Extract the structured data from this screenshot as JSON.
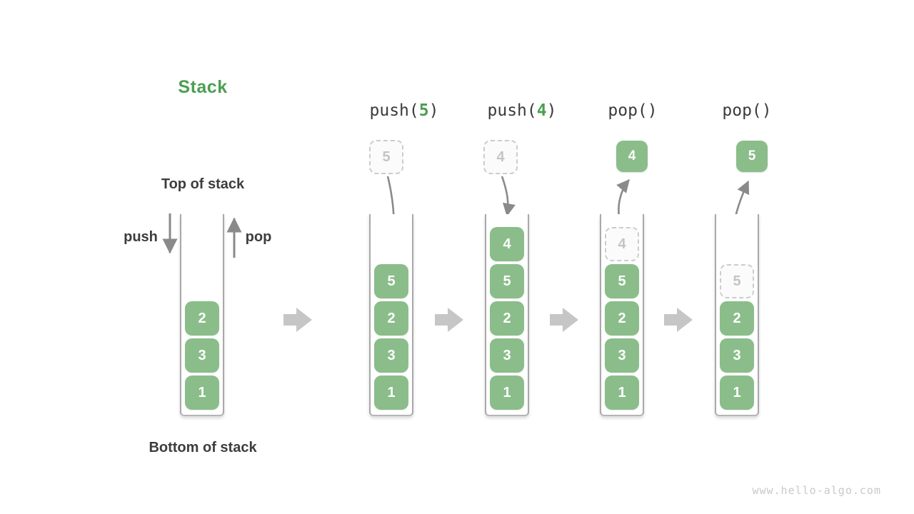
{
  "page": {
    "background": "#ffffff",
    "watermark": "www.hello-algo.com"
  },
  "colors": {
    "accent_green": "#4c9e50",
    "block_green": "#8abd8a",
    "block_text": "#ffffff",
    "ghost_gray": "#c4c4c4",
    "label_dark": "#3d3d3d",
    "arrow_gray": "#8a8a8a",
    "step_arrow_gray": "#c6c6c6"
  },
  "diagram": {
    "title": "Stack",
    "top_of_stack_label": "Top of stack",
    "bottom_of_stack_label": "Bottom of stack",
    "push_arrow_label": "push",
    "pop_arrow_label": "pop",
    "operations": [
      {
        "name": "push(5)",
        "prefix": "push(",
        "arg": "5",
        "suffix": ")"
      },
      {
        "name": "push(4)",
        "prefix": "push(",
        "arg": "4",
        "suffix": ")"
      },
      {
        "name": "pop()",
        "prefix": "pop(",
        "arg": "",
        "suffix": ")"
      },
      {
        "name": "pop()",
        "prefix": "pop(",
        "arg": "",
        "suffix": ")"
      }
    ],
    "floating_items": [
      {
        "style": "dashed",
        "value": "5",
        "meaning": "value being pushed"
      },
      {
        "style": "dashed",
        "value": "4",
        "meaning": "value being pushed"
      },
      {
        "style": "solid",
        "value": "4",
        "meaning": "value popped out"
      },
      {
        "style": "solid",
        "value": "5",
        "meaning": "value popped out"
      }
    ],
    "stacks": [
      {
        "name": "initial",
        "blocks": [
          {
            "v": "2",
            "slot": 2
          },
          {
            "v": "3",
            "slot": 1
          },
          {
            "v": "1",
            "slot": 0
          }
        ]
      },
      {
        "name": "after-push-5",
        "blocks": [
          {
            "v": "5",
            "slot": 3
          },
          {
            "v": "2",
            "slot": 2
          },
          {
            "v": "3",
            "slot": 1
          },
          {
            "v": "1",
            "slot": 0
          }
        ]
      },
      {
        "name": "after-push-4",
        "blocks": [
          {
            "v": "4",
            "slot": 4
          },
          {
            "v": "5",
            "slot": 3
          },
          {
            "v": "2",
            "slot": 2
          },
          {
            "v": "3",
            "slot": 1
          },
          {
            "v": "1",
            "slot": 0
          }
        ]
      },
      {
        "name": "after-pop-4",
        "ghost": {
          "v": "4",
          "slot": 4
        },
        "blocks": [
          {
            "v": "5",
            "slot": 3
          },
          {
            "v": "2",
            "slot": 2
          },
          {
            "v": "3",
            "slot": 1
          },
          {
            "v": "1",
            "slot": 0
          }
        ]
      },
      {
        "name": "after-pop-5",
        "ghost": {
          "v": "5",
          "slot": 3
        },
        "blocks": [
          {
            "v": "2",
            "slot": 2
          },
          {
            "v": "3",
            "slot": 1
          },
          {
            "v": "1",
            "slot": 0
          }
        ]
      }
    ]
  }
}
